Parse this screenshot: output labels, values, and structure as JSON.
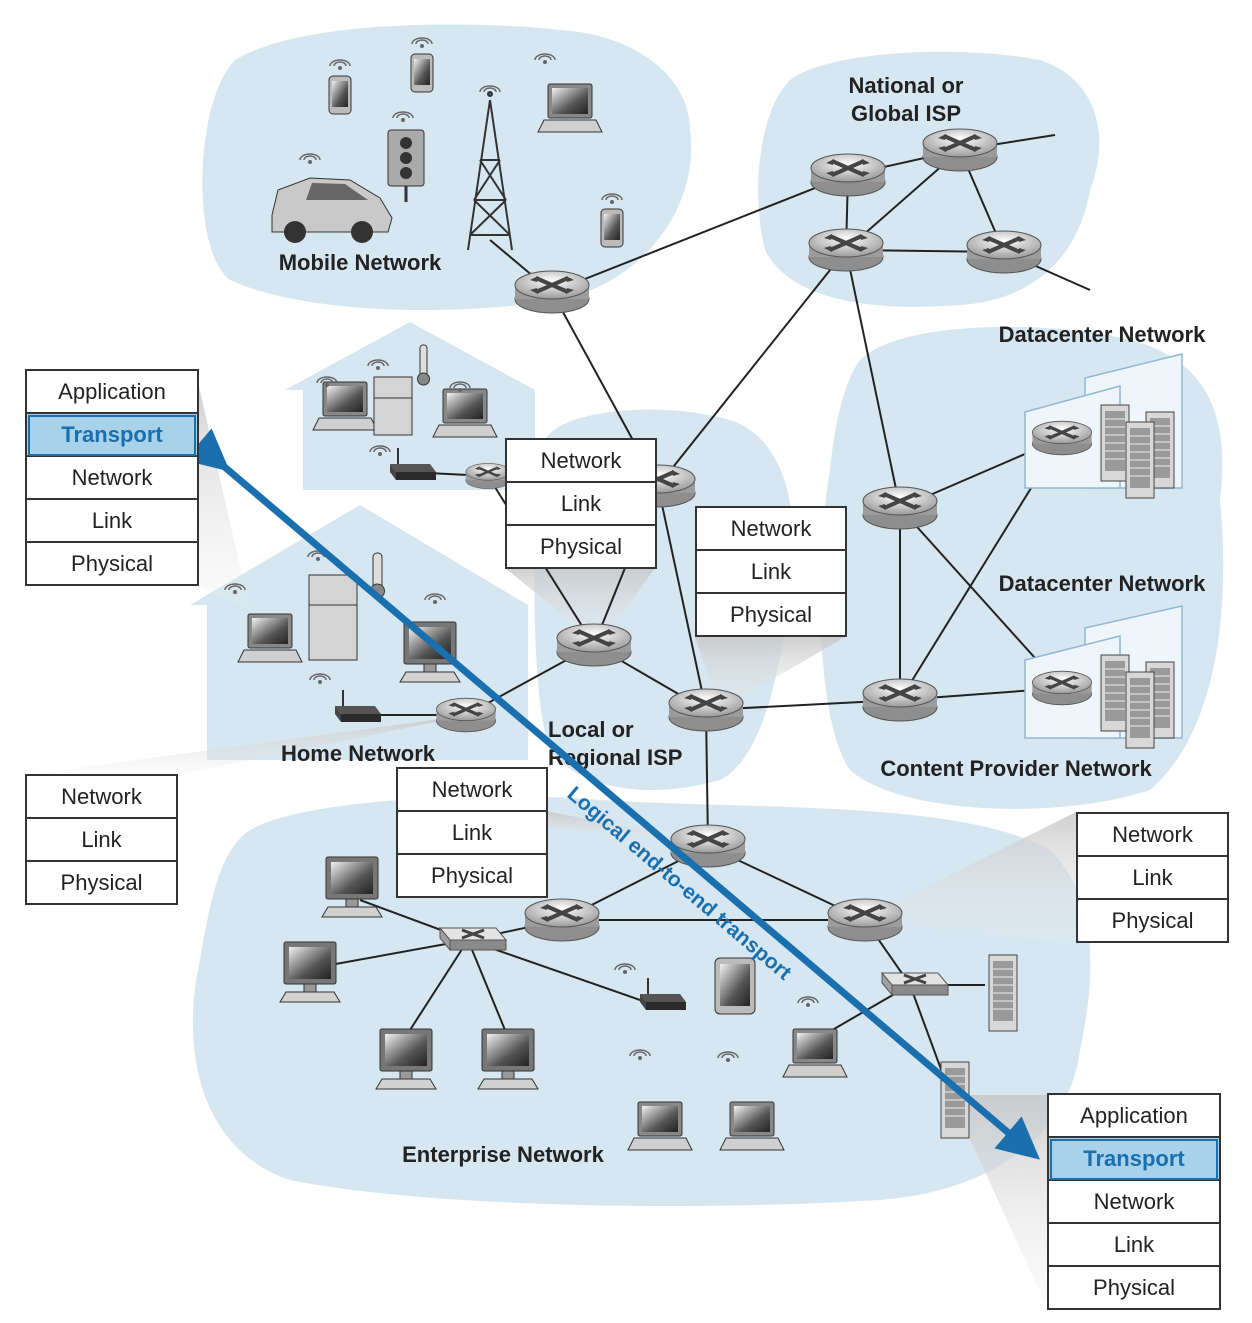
{
  "regions": {
    "mobile": "Mobile Network",
    "national_isp_line1": "National or",
    "national_isp_line2": "Global ISP",
    "datacenter_1": "Datacenter Network",
    "datacenter_2": "Datacenter Network",
    "content_provider": "Content Provider Network",
    "home": "Home Network",
    "regional_isp_line1": "Local or",
    "regional_isp_line2": "Regional ISP",
    "enterprise": "Enterprise Network"
  },
  "arrow_label": "Logical end-to-end transport",
  "stacks": {
    "host_top_left": [
      "Application",
      "Transport",
      "Network",
      "Link",
      "Physical"
    ],
    "router_a": [
      "Network",
      "Link",
      "Physical"
    ],
    "router_b": [
      "Network",
      "Link",
      "Physical"
    ],
    "router_home": [
      "Network",
      "Link",
      "Physical"
    ],
    "router_c": [
      "Network",
      "Link",
      "Physical"
    ],
    "router_d": [
      "Network",
      "Link",
      "Physical"
    ],
    "host_bottom_right": [
      "Application",
      "Transport",
      "Network",
      "Link",
      "Physical"
    ]
  },
  "highlight_layer": "Transport",
  "colors": {
    "cloud": "#d6e7f1",
    "accent": "#1a6fae",
    "highlight_fill": "#a8d2ea",
    "link": "#222222"
  }
}
